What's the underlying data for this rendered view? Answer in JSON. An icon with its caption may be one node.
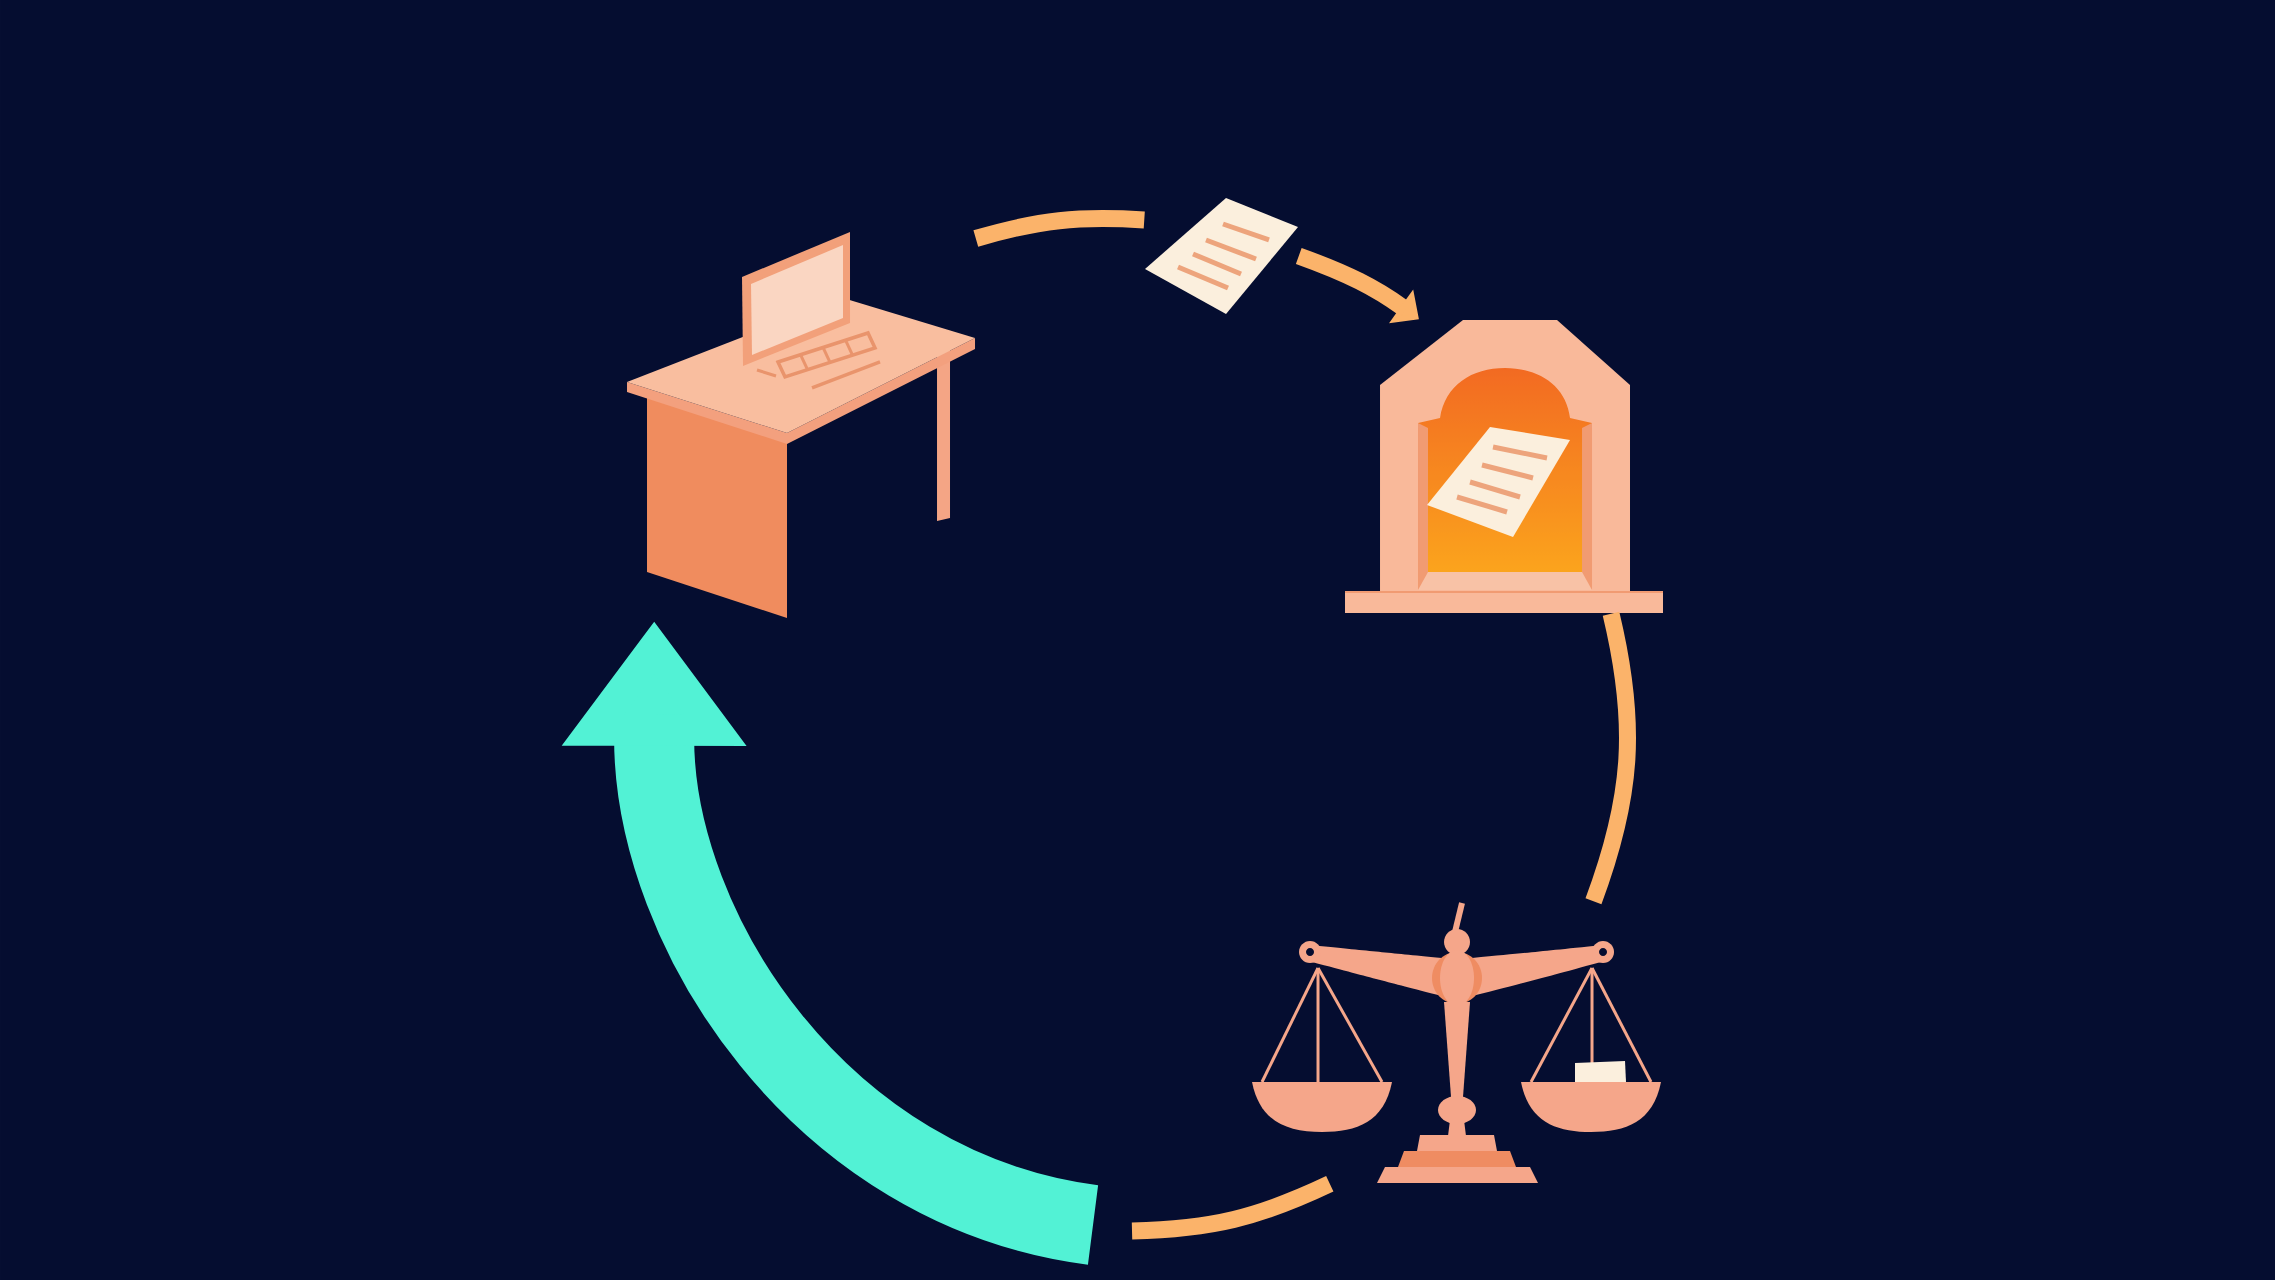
{
  "diagram": {
    "nodes": [
      {
        "text": [],
        "shape": "picture"
      },
      {
        "text": [],
        "shape": "picture"
      },
      {
        "text": [],
        "shape": "picture"
      },
      {
        "text": [],
        "shape": "picture"
      }
    ],
    "edges": [
      {
        "from": 0,
        "to": 1,
        "arrow": "none"
      },
      {
        "from": 1,
        "to": 2,
        "arrow": "to"
      },
      {
        "from": 2,
        "to": 3,
        "arrow": "none"
      },
      {
        "from": 3,
        "to": null,
        "arrow": "none"
      },
      {
        "from": null,
        "to": 0,
        "arrow": "to",
        "style": "thick",
        "color": "#52f2d5"
      }
    ]
  }
}
